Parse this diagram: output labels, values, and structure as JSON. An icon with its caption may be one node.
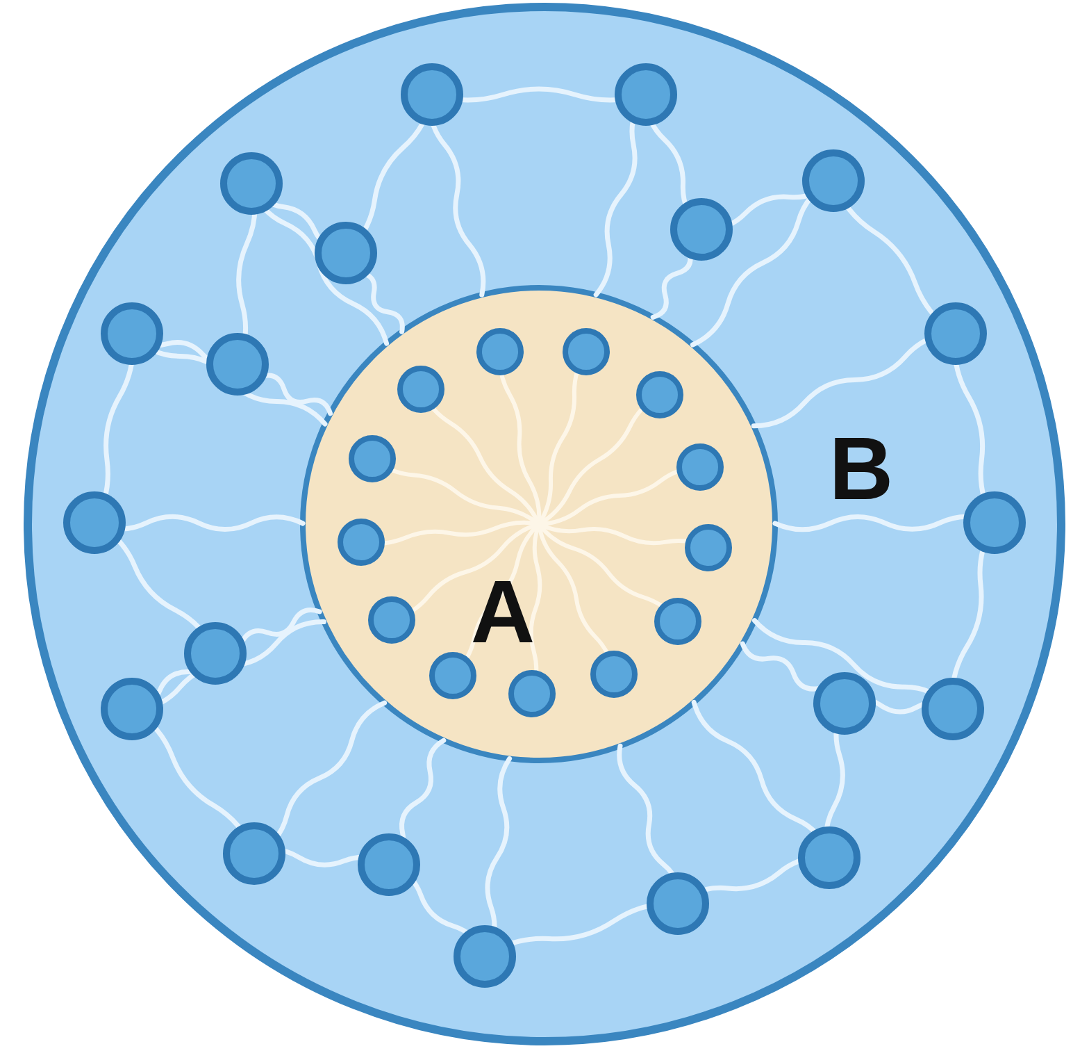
{
  "diagram": {
    "nodes": [
      {
        "text": [
          "B"
        ]
      },
      {
        "text": [
          "A"
        ],
        "in": 0
      }
    ]
  }
}
